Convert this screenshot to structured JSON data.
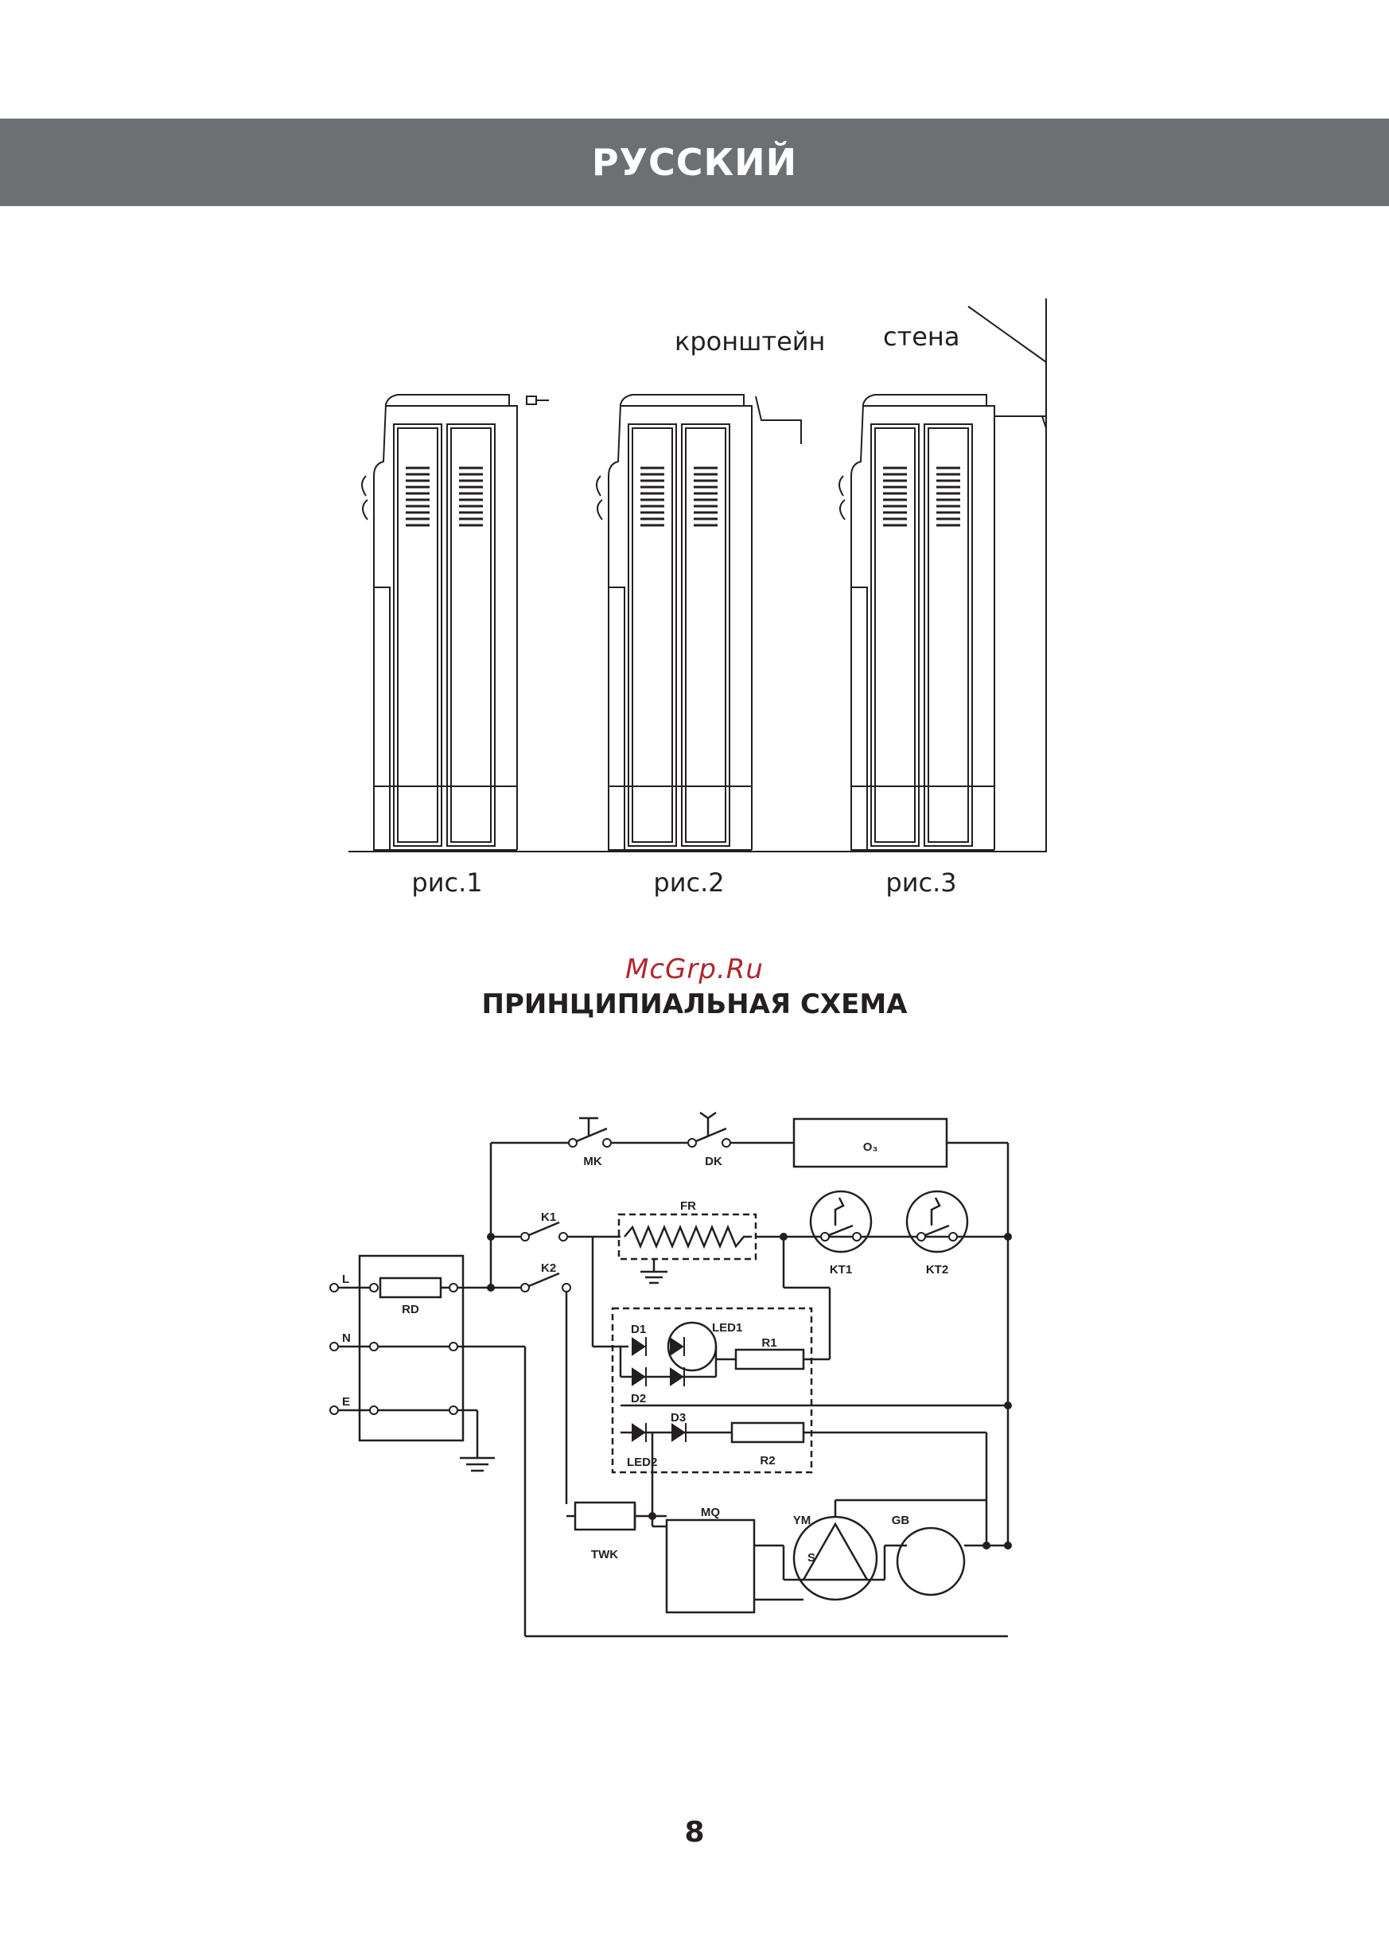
{
  "header": {
    "language": "РУССКИЙ"
  },
  "figures": {
    "label_bracket": "кронштейн",
    "label_wall": "стена",
    "captions": [
      "рис.1",
      "рис.2",
      "рис.3"
    ]
  },
  "watermark": "McGrp.Ru",
  "schematic": {
    "title": "ПРИНЦИПИАЛЬНАЯ СХЕМА",
    "labels": {
      "mk": "MK",
      "dk": "DK",
      "ozone": "O₃",
      "k1": "K1",
      "k2": "K2",
      "fr": "FR",
      "kt1": "KT1",
      "kt2": "KT2",
      "l": "L",
      "n": "N",
      "e": "E",
      "rd": "RD",
      "d1": "D1",
      "d2": "D2",
      "d3": "D3",
      "led1": "LED1",
      "led2": "LED2",
      "r1": "R1",
      "r2": "R2",
      "mq": "MQ",
      "ym": "YM",
      "gb": "GB",
      "twk": "TWK",
      "s": "S"
    }
  },
  "page_number": "8"
}
